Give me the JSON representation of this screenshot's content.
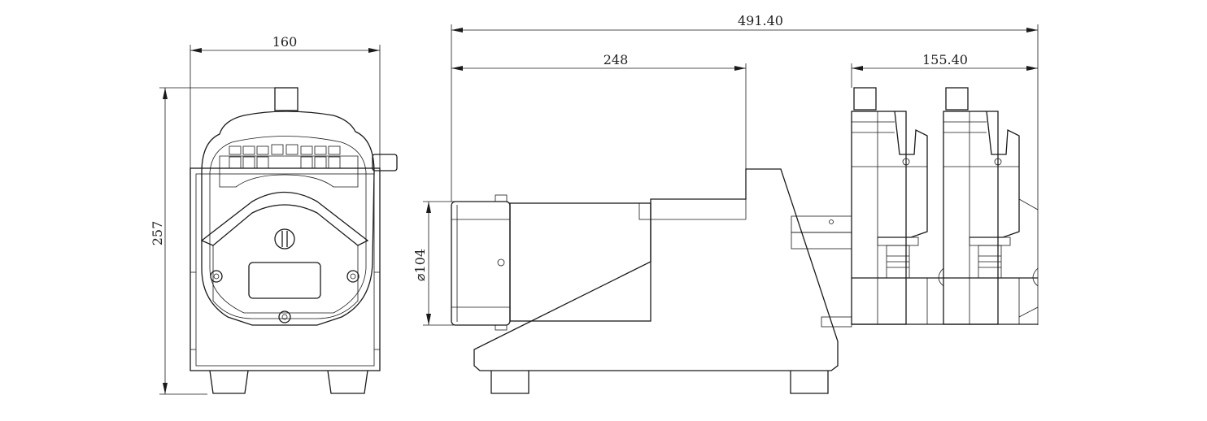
{
  "title": "Peristaltic pump dimension drawing",
  "front_view": {
    "width_label": "160",
    "height_label": "257"
  },
  "side_view": {
    "total_length_label": "491.40",
    "drive_length_label": "248",
    "pump_heads_length_label": "155.40",
    "motor_diameter_label": "⌀104"
  },
  "colors": {
    "line": "#1a1a1a",
    "background": "#ffffff"
  }
}
